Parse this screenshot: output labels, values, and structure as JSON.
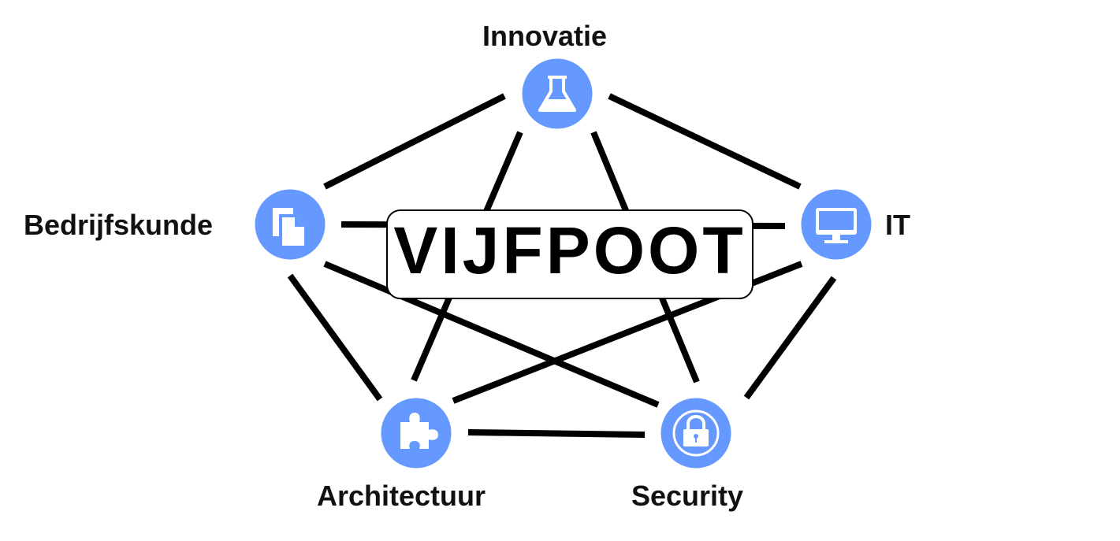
{
  "logo": {
    "text": "VIJFPOOT"
  },
  "nodes": {
    "innovatie": {
      "label": "Innovatie",
      "icon": "flask-icon"
    },
    "it": {
      "label": "IT",
      "icon": "monitor-icon"
    },
    "security": {
      "label": "Security",
      "icon": "padlock-icon"
    },
    "architectuur": {
      "label": "Architectuur",
      "icon": "puzzle-icon"
    },
    "bedrijfskunde": {
      "label": "Bedrijfskunde",
      "icon": "documents-icon"
    }
  },
  "colors": {
    "node_fill": "#6699ff",
    "line": "#000000",
    "icon": "#ffffff"
  }
}
